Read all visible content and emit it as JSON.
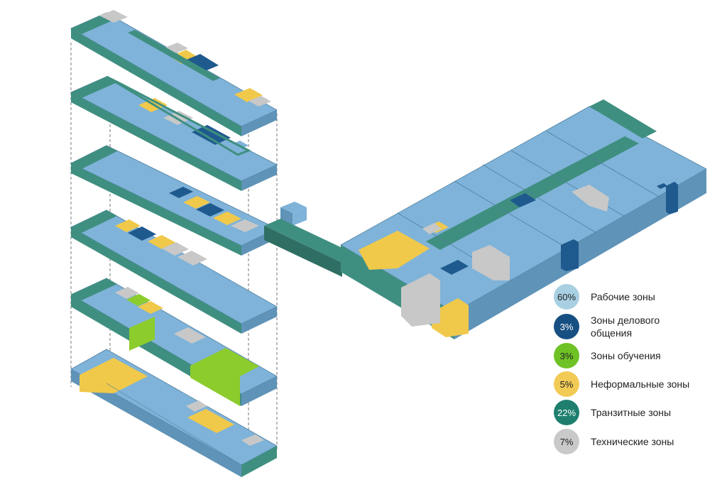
{
  "legend": {
    "items": [
      {
        "percent": "60%",
        "label": "Рабочие зоны",
        "color": "#a8d0e2",
        "text": "light"
      },
      {
        "percent": "3%",
        "label": "Зоны делового общения",
        "color": "#174f82",
        "text": "dark"
      },
      {
        "percent": "3%",
        "label": "Зоны обучения",
        "color": "#6fc225",
        "text": "light"
      },
      {
        "percent": "5%",
        "label": "Неформальные зоны",
        "color": "#f1cb55",
        "text": "light"
      },
      {
        "percent": "22%",
        "label": "Транзитные зоны",
        "color": "#1e7f6e",
        "text": "dark"
      },
      {
        "percent": "7%",
        "label": "Технические зоны",
        "color": "#c9c9c9",
        "text": "light"
      }
    ]
  },
  "colors": {
    "work": "#7fb3d9",
    "work_side": "#5f93b8",
    "meeting": "#1f5a8e",
    "learning": "#8ccc2c",
    "informal": "#f0c94a",
    "transit": "#3f8f80",
    "transit_side": "#2f6f63",
    "technical": "#c8c8c8"
  }
}
